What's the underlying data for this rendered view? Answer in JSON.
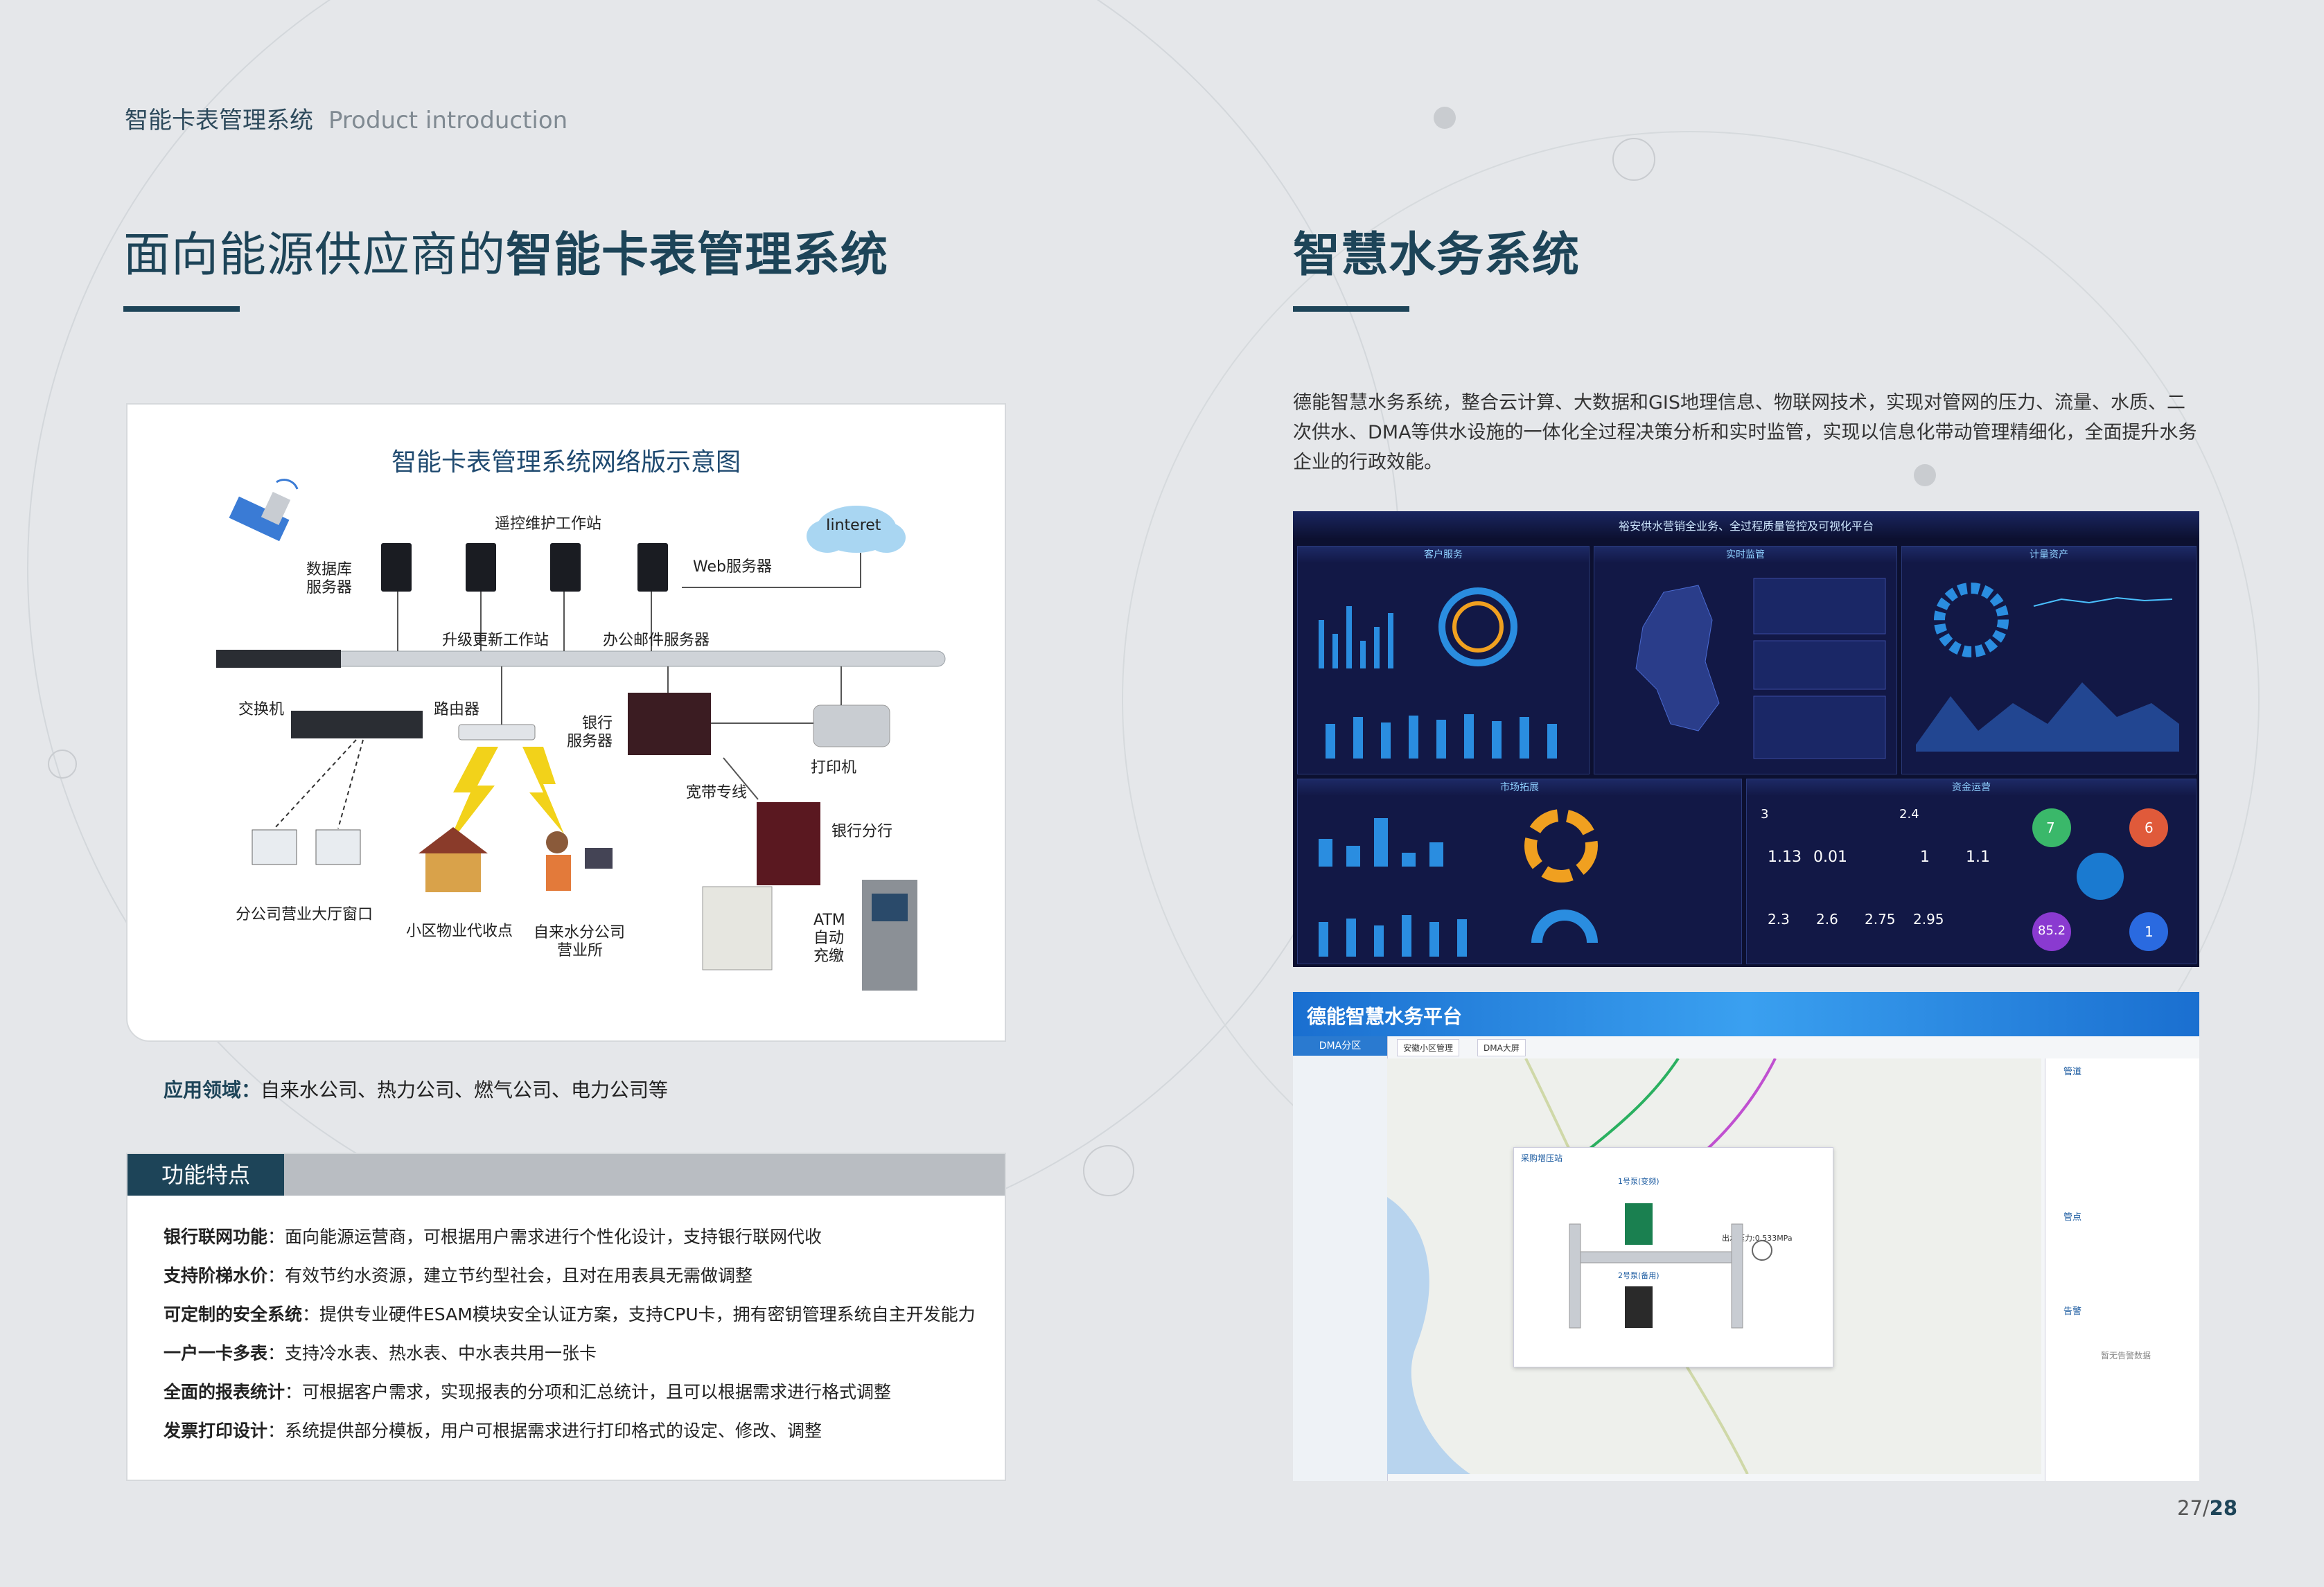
{
  "header": {
    "cn": "智能卡表管理系统",
    "en": "Product introduction"
  },
  "left": {
    "title_normal": "面向能源供应商的",
    "title_bold": "智能卡表管理系统",
    "diagram": {
      "title": "智能卡表管理系统网络版示意图",
      "labels": {
        "remote": "遥控维护工作站",
        "internet": "Iinteret",
        "db": "数据库",
        "db2": "服务器",
        "web": "Web服务器",
        "upgrade": "升级更新工作站",
        "mail": "办公邮件服务器",
        "switch": "交换机",
        "router": "路由器",
        "bank": "银行",
        "bank2": "服务器",
        "printer": "打印机",
        "broadband": "宽带专线",
        "branch": "银行分行",
        "hall": "分公司营业大厅窗口",
        "community": "小区物业代收点",
        "water": "自来水分公司",
        "water2": "营业所",
        "atm1": "ATM",
        "atm2": "自动",
        "atm3": "充缴"
      }
    },
    "application_label": "应用领域：",
    "application_text": "自来水公司、热力公司、燃气公司、电力公司等",
    "features_tag": "功能特点",
    "features": [
      {
        "name": "银行联网功能",
        "text": "：面向能源运营商，可根据用户需求进行个性化设计，支持银行联网代收"
      },
      {
        "name": "支持阶梯水价",
        "text": "：有效节约水资源，建立节约型社会，且对在用表具无需做调整"
      },
      {
        "name": "可定制的安全系统",
        "text": "：提供专业硬件ESAM模块安全认证方案，支持CPU卡，拥有密钥管理系统自主开发能力"
      },
      {
        "name": "一户一卡多表",
        "text": "：支持冷水表、热水表、中水表共用一张卡"
      },
      {
        "name": "全面的报表统计",
        "text": "：可根据客户需求，实现报表的分项和汇总统计，且可以根据需求进行格式调整"
      },
      {
        "name": "发票打印设计",
        "text": "：系统提供部分模板，用户可根据需求进行打印格式的设定、修改、调整"
      }
    ]
  },
  "right": {
    "title": "智慧水务系统",
    "description": "德能智慧水务系统，整合云计算、大数据和GIS地理信息、物联网技术，实现对管网的压力、流量、水质、二次供水、DMA等供水设施的一体化全过程决策分析和实时监管，实现以信息化带动管理精细化，全面提升水务企业的行政效能。",
    "dashboard": {
      "title": "裕安供水营销全业务、全过程质量管控及可视化平台",
      "panels": [
        "客户服务",
        "实时监管",
        "计量资产",
        "市场拓展",
        "资金运营"
      ],
      "metrics_top": [
        "3",
        "2.4"
      ],
      "metrics_circle": [
        "1.13",
        "0.01",
        "1",
        "1.1"
      ],
      "metrics_bottom": [
        "2.3",
        "2.6",
        "2.75",
        "2.95"
      ],
      "kpis": [
        "7",
        "6",
        "85.2",
        "1"
      ]
    },
    "platform": {
      "brand": "德能智慧水务平台",
      "tab_left": "DMA分区",
      "tabs": [
        "安徽小区管理",
        "DMA大屏"
      ],
      "popup_title": "采购增压站",
      "popup_label1": "1号泵(变频)",
      "popup_label2": "2号泵(备用)",
      "popup_pressure": "出水压力:0.533MPa",
      "right_panels": [
        "管道",
        "管点",
        "告警"
      ],
      "alarm_empty": "暂无告警数据"
    }
  },
  "page": {
    "current": "27/",
    "total": "28"
  }
}
